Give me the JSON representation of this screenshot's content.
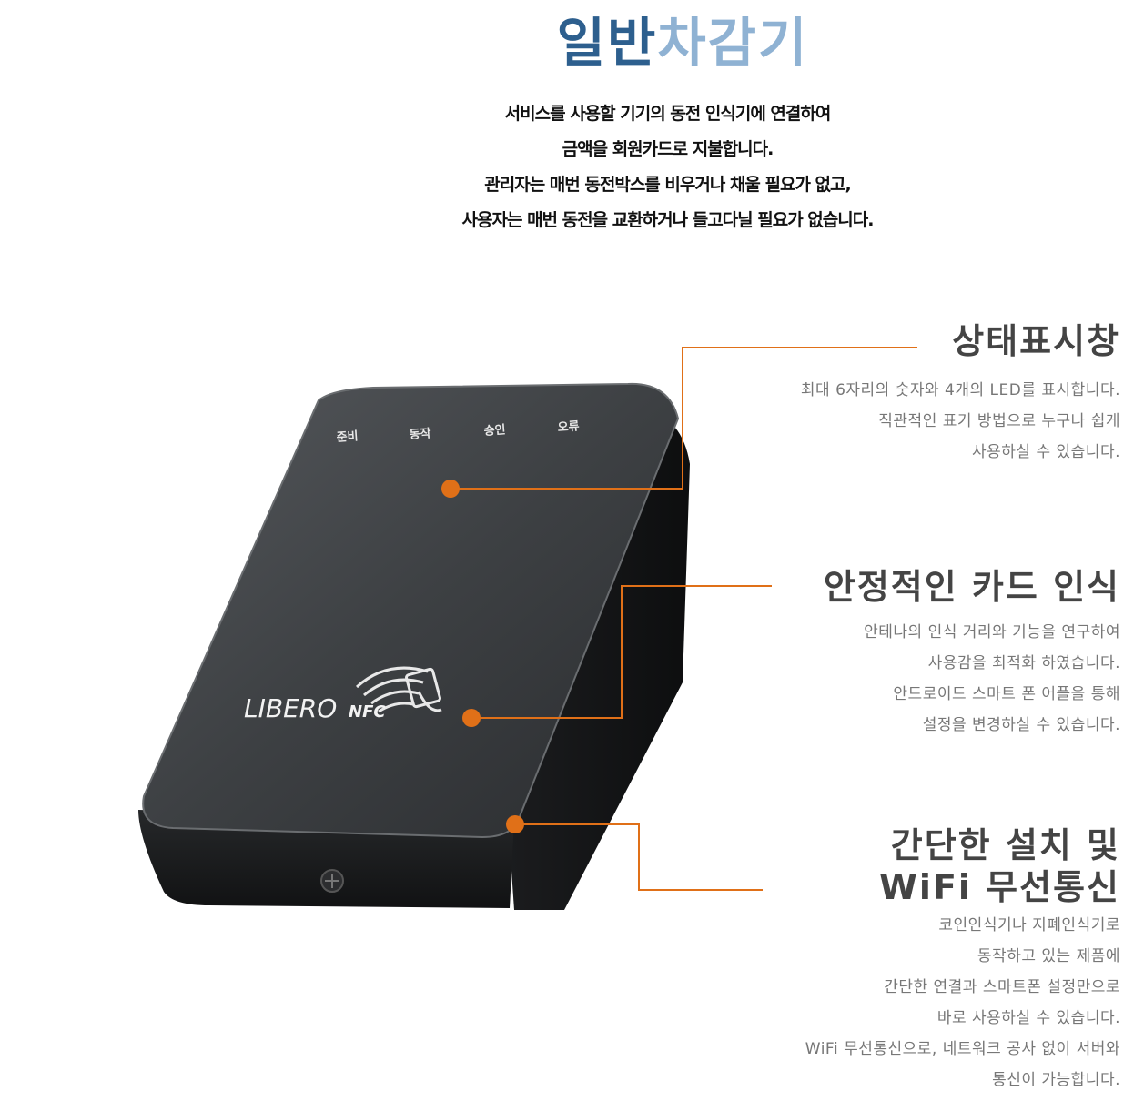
{
  "header": {
    "title_part1": "일반",
    "title_part2": "차감기",
    "intro_lines": [
      "서비스를 사용할 기기의 동전 인식기에  연결하여",
      "금액을 회원카드로 지불합니다.",
      "관리자는 매번  동전박스를 비우거나  채울 필요가 없고,",
      "사용자는 매번 동전을 교환하거나 들고다닐 필요가 없습니다."
    ]
  },
  "device": {
    "led_labels": [
      "준비",
      "동작",
      "승인",
      "오류"
    ],
    "brand": "LIBERO",
    "brand_suffix": "NFC"
  },
  "features": [
    {
      "title": "상태표시창",
      "lines": [
        "최대 6자리의 숫자와 4개의 LED를 표시합니다.",
        "직관적인 표기 방법으로 누구나 쉽게",
        "사용하실 수 있습니다."
      ]
    },
    {
      "title": "안정적인 카드 인식",
      "lines": [
        "안테나의 인식 거리와 기능을 연구하여",
        "사용감을 최적화 하였습니다.",
        "안드로이드 스마트 폰 어플을 통해",
        "설정을 변경하실 수 있습니다."
      ]
    },
    {
      "title_lines": [
        "간단한 설치 및",
        "WiFi 무선통신"
      ],
      "lines": [
        "코인인식기나 지폐인식기로",
        "동작하고 있는 제품에",
        "간단한 연결과 스마트폰 설정만으로",
        "바로 사용하실 수 있습니다.",
        "WiFi 무선통신으로, 네트워크 공사 없이 서버와",
        "통신이 가능합니다."
      ]
    }
  ],
  "colors": {
    "accent": "#e07018",
    "title_dark": "#2d5f8e",
    "title_light": "#8fb2d3"
  }
}
